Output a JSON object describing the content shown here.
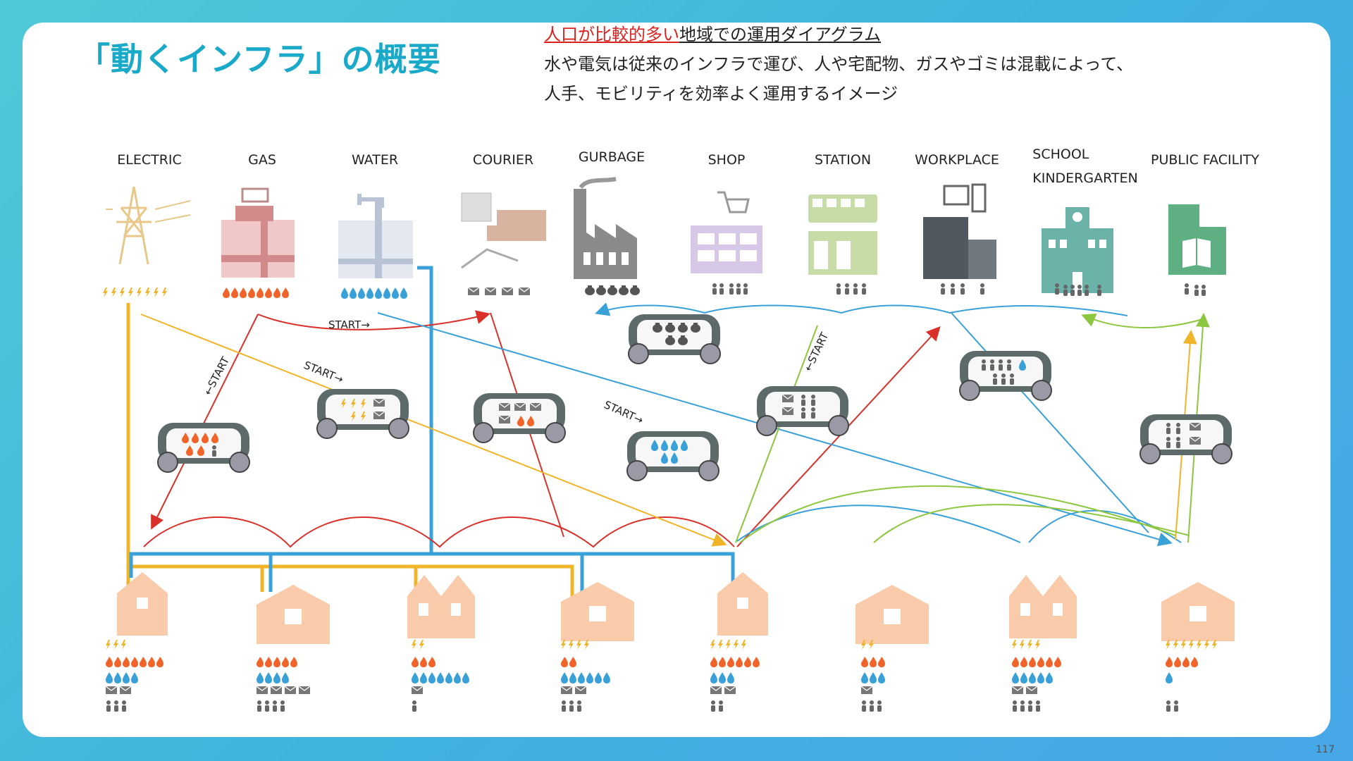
{
  "title": "「動くインフラ」の概要",
  "description": {
    "line1_highlight": "人口が比較的多い",
    "line1_rest": "地域での運用ダイアグラム",
    "line2": "水や電気は従来のインフラで運び、人や宅配物、ガスやゴミは混載によって、",
    "line3": "人手、モビリティを効率よく運用するイメージ"
  },
  "facilities": [
    {
      "label": "ELECTRIC",
      "icon": "power-tower-icon",
      "resource": "lightning"
    },
    {
      "label": "GAS",
      "icon": "gas-plant-icon",
      "resource": "flame"
    },
    {
      "label": "WATER",
      "icon": "water-tank-icon",
      "resource": "drop"
    },
    {
      "label": "COURIER",
      "icon": "delivery-truck-icon",
      "resource": "mail"
    },
    {
      "label": "GURBAGE",
      "icon": "factory-icon",
      "resource": "bag"
    },
    {
      "label": "SHOP",
      "icon": "shop-icon",
      "resource": "person"
    },
    {
      "label": "STATION",
      "icon": "station-icon",
      "resource": "person"
    },
    {
      "label": "WORKPLACE",
      "icon": "office-icon",
      "resource": "person"
    },
    {
      "label": "SCHOOL\nKINDERGARTEN",
      "label_line1": "SCHOOL",
      "label_line2": "KINDERGARTEN",
      "icon": "school-icon",
      "resource": "person"
    },
    {
      "label": "PUBLIC FACILITY",
      "icon": "library-icon",
      "resource": "person"
    }
  ],
  "start_labels": [
    "START→",
    "←START",
    "START→",
    "START→",
    "←START"
  ],
  "colors": {
    "electric": "#f0b429",
    "gas": "#d9302a",
    "water": "#3aa0d8",
    "green": "#8dc63f",
    "house": "#f9cbaa",
    "title": "#1aa9c9"
  },
  "houses": [
    {
      "resources": {
        "lightning": 3,
        "flame": 7,
        "drop": 4,
        "mail": 2,
        "person": 3
      }
    },
    {
      "resources": {
        "lightning": 0,
        "flame": 5,
        "drop": 4,
        "mail": 4,
        "person": 4
      }
    },
    {
      "resources": {
        "lightning": 2,
        "flame": 3,
        "drop": 7,
        "mail": 1,
        "person": 1
      }
    },
    {
      "resources": {
        "lightning": 4,
        "flame": 2,
        "drop": 6,
        "mail": 2,
        "person": 3
      }
    },
    {
      "resources": {
        "lightning": 5,
        "flame": 6,
        "drop": 3,
        "mail": 2,
        "person": 2
      }
    },
    {
      "resources": {
        "lightning": 2,
        "flame": 3,
        "drop": 3,
        "mail": 1,
        "person": 3
      }
    },
    {
      "resources": {
        "lightning": 4,
        "flame": 6,
        "drop": 5,
        "mail": 2,
        "person": 4
      }
    },
    {
      "resources": {
        "lightning": 7,
        "flame": 4,
        "drop": 1,
        "mail": 0,
        "person": 2
      }
    }
  ],
  "page_number": "117"
}
